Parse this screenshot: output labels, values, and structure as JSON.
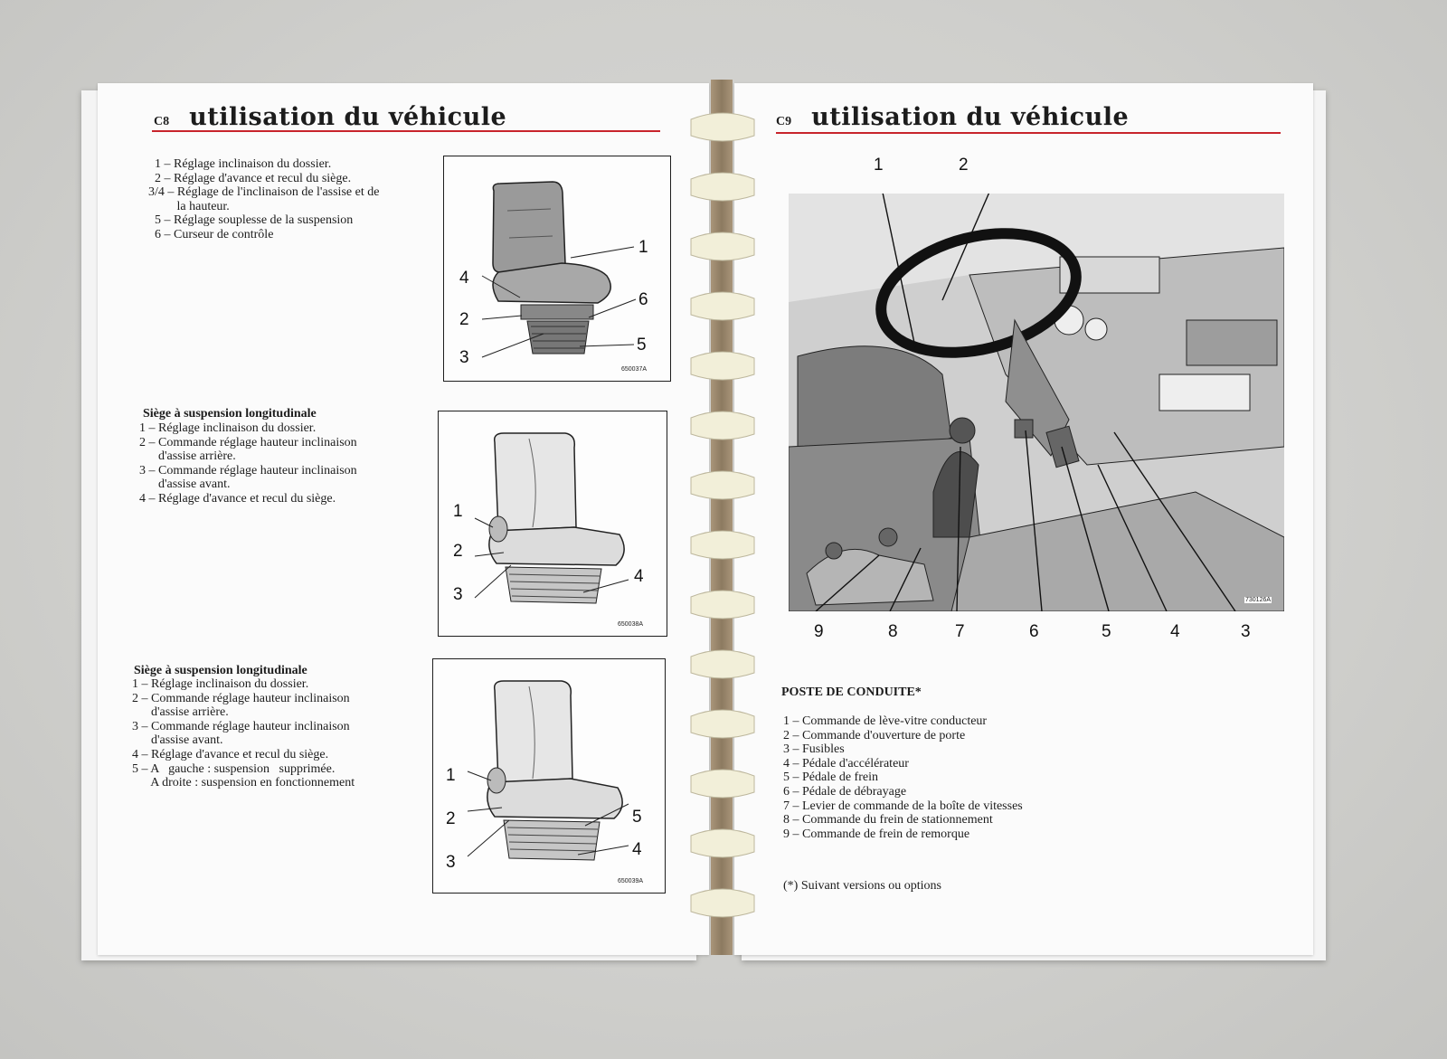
{
  "left_page": {
    "page_number": "C8",
    "title": "utilisation du véhicule",
    "section1": {
      "items": [
        "  1 – Réglage inclinaison du dossier.",
        "  2 – Réglage d'avance et recul du siège.",
        "3/4 – Réglage de l'inclinaison de l'assise et de",
        "         la hauteur.",
        "  5 – Réglage souplesse de la suspension",
        "  6 – Curseur de contrôle"
      ],
      "figure_code": "650037A",
      "callouts": [
        "1",
        "2",
        "3",
        "4",
        "5",
        "6"
      ]
    },
    "section2": {
      "title": "Siège à suspension longitudinale",
      "items": [
        "1 – Réglage inclinaison du dossier.",
        "2 – Commande réglage hauteur inclinaison",
        "      d'assise arrière.",
        "3 – Commande réglage hauteur inclinaison",
        "      d'assise avant.",
        "4 – Réglage d'avance et recul du siège."
      ],
      "figure_code": "650038A",
      "callouts": [
        "1",
        "2",
        "3",
        "4"
      ]
    },
    "section3": {
      "title": "Siège à suspension longitudinale",
      "items": [
        "1 – Réglage inclinaison du dossier.",
        "2 – Commande réglage hauteur inclinaison",
        "      d'assise arrière.",
        "3 – Commande réglage hauteur inclinaison",
        "      d'assise avant.",
        "4 – Réglage d'avance et recul du siège.",
        "5 – A   gauche : suspension   supprimée.",
        "      A droite : suspension en fonctionnement"
      ],
      "figure_code": "650039A",
      "callouts": [
        "1",
        "2",
        "3",
        "4",
        "5"
      ]
    }
  },
  "right_page": {
    "page_number": "C9",
    "title": "utilisation du véhicule",
    "figure_code": "730126A",
    "top_callouts": [
      "1",
      "2"
    ],
    "bottom_callouts": [
      "9",
      "8",
      "7",
      "6",
      "5",
      "4",
      "3"
    ],
    "section_title": "POSTE DE CONDUITE*",
    "items": [
      "1 – Commande de lève-vitre conducteur",
      "2 – Commande d'ouverture de porte",
      "3 – Fusibles",
      "4 – Pédale d'accélérateur",
      "5 – Pédale de frein",
      "6 – Pédale de débrayage",
      "7 – Levier de commande de la boîte de vitesses",
      "8 – Commande du frein de stationnement",
      "9 – Commande de frein de remorque"
    ],
    "footnote": "(*) Suivant versions ou options"
  }
}
